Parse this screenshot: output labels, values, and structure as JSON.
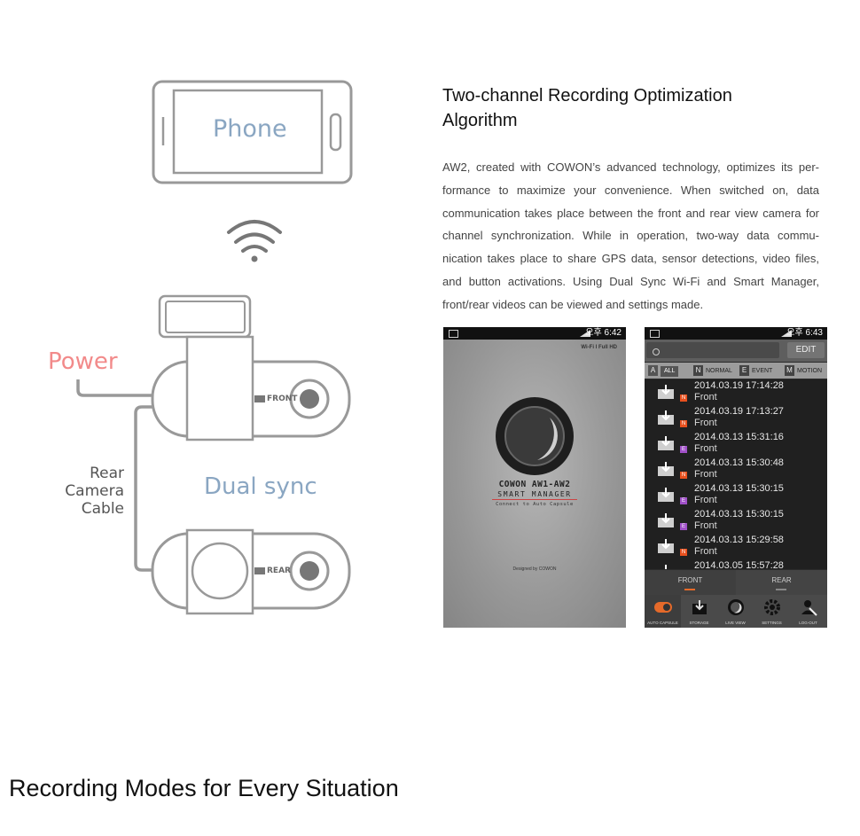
{
  "diagram": {
    "phone_label": "Phone",
    "power_label": "Power",
    "rear_cable_label": [
      "Rear",
      "Camera",
      "Cable"
    ],
    "dual_sync_label": "Dual sync",
    "front_tag": "FRONT",
    "rear_tag": "REAR",
    "icons": [
      "smartphone-icon",
      "wifi-icon",
      "front-camera-icon",
      "rear-camera-icon"
    ]
  },
  "section": {
    "title": [
      "Two-channel Recording Optimization",
      "Algorithm"
    ],
    "body": "AW2, created with COWON’s advanced technology, optimizes its per-formance to maximize your convenience.  When switched on, data communication takes place between the front and rear view camera for channel synchronization. While in operation, two-way data commu-nication takes place to share GPS data, sensor detections, video files, and button activations. Using Dual Sync Wi-Fi and Smart Manager, front/rear videos can be viewed and settings made."
  },
  "screen1": {
    "status_time": "오후 6:42",
    "mode": "Wi-Fi  l  Full HD",
    "brand": "COWON AW1-AW2",
    "app_name": "SMART MANAGER",
    "tagline": "Connect to Auto Capsule",
    "designed_by": "Designed by COWON"
  },
  "screen2": {
    "status_time": "오후 6:43",
    "edit_label": "EDIT",
    "filters": [
      {
        "key": "A",
        "label": "ALL"
      },
      {
        "key": "N",
        "label": "NORMAL"
      },
      {
        "key": "E",
        "label": "EVENT"
      },
      {
        "key": "M",
        "label": "MOTION"
      }
    ],
    "recordings": [
      {
        "datetime": "2014.03.19 17:14:28",
        "side": "Front",
        "badge": "N",
        "badge_color": "#e8501e"
      },
      {
        "datetime": "2014.03.19 17:13:27",
        "side": "Front",
        "badge": "N",
        "badge_color": "#e8501e"
      },
      {
        "datetime": "2014.03.13 15:31:16",
        "side": "Front",
        "badge": "E",
        "badge_color": "#a050c8"
      },
      {
        "datetime": "2014.03.13 15:30:48",
        "side": "Front",
        "badge": "N",
        "badge_color": "#e8501e"
      },
      {
        "datetime": "2014.03.13 15:30:15",
        "side": "Front",
        "badge": "E",
        "badge_color": "#a050c8"
      },
      {
        "datetime": "2014.03.13 15:30:15",
        "side": "Front",
        "badge": "E",
        "badge_color": "#a050c8"
      },
      {
        "datetime": "2014.03.13 15:29:58",
        "side": "Front",
        "badge": "N",
        "badge_color": "#e8501e"
      },
      {
        "datetime": "2014.03.05 15:57:28",
        "side": "",
        "badge": "",
        "badge_color": "#e8501e"
      }
    ],
    "tabs": [
      "FRONT",
      "REAR"
    ],
    "nav": [
      "AUTO CAPSULE",
      "STORAGE",
      "LIVE VIEW",
      "SETTINGS",
      "LOG-OUT"
    ]
  },
  "footer_title": "Recording Modes for Every Situation",
  "colors": {
    "accent": "#e56a2a",
    "phone_label": "#8aa6c2",
    "power_label": "#f28a8a"
  }
}
